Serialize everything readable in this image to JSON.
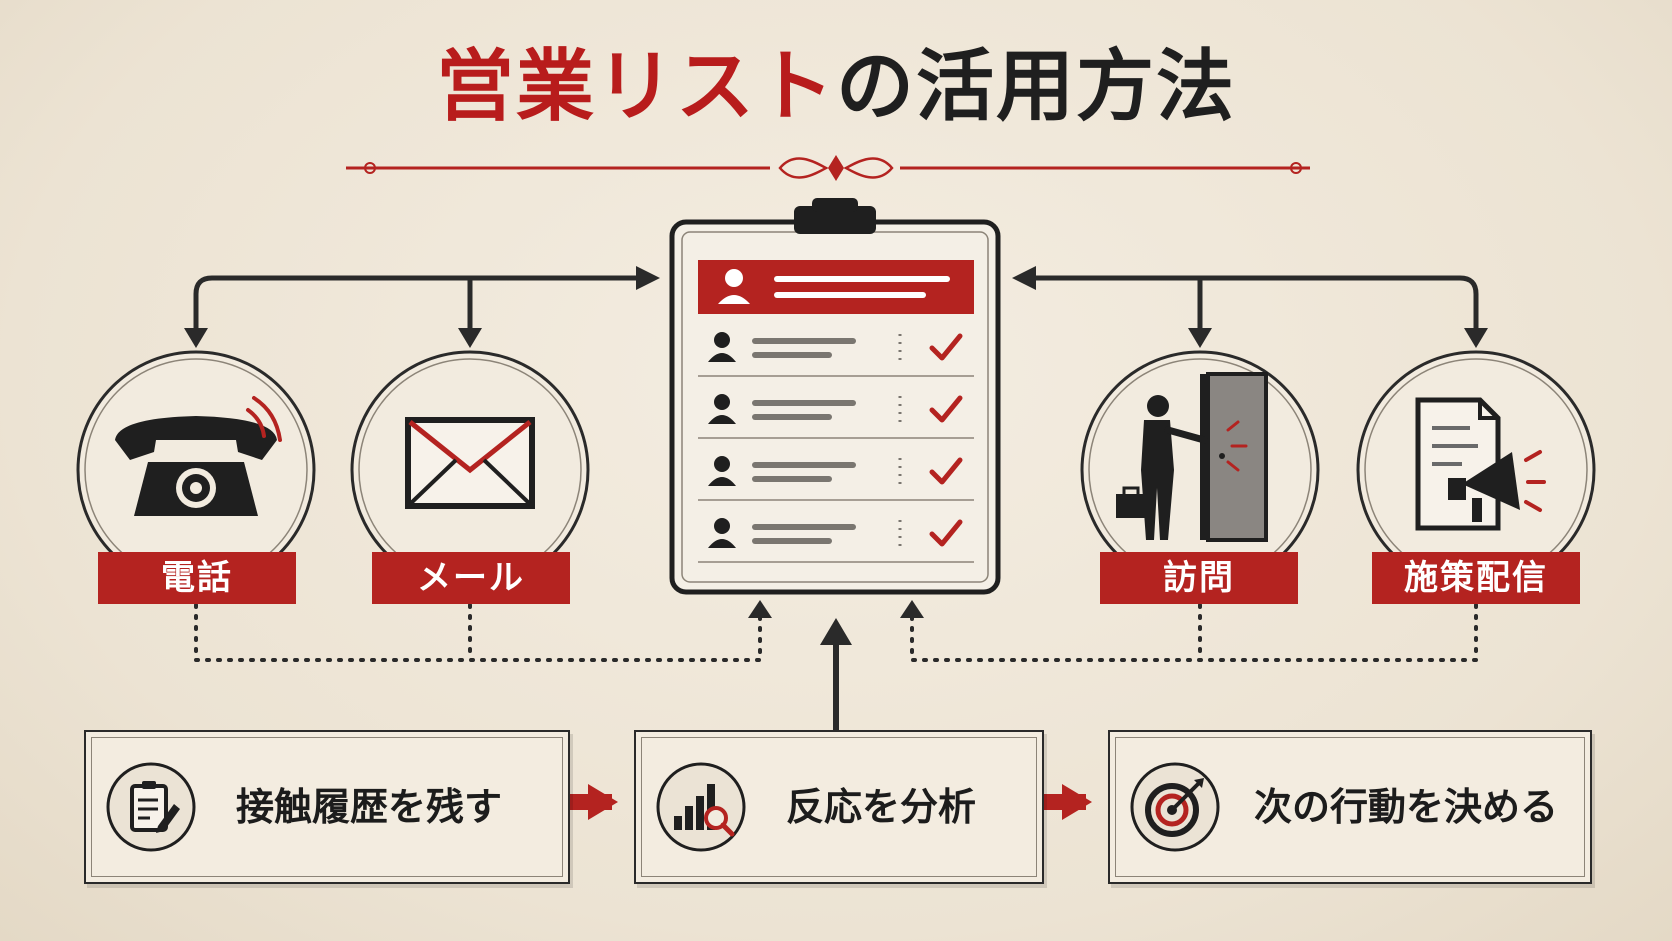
{
  "title": {
    "red": "営業リスト",
    "dark": "の活用方法"
  },
  "channels": [
    {
      "label": "電話",
      "icon": "telephone-icon"
    },
    {
      "label": "メール",
      "icon": "envelope-icon"
    },
    {
      "label": "訪問",
      "icon": "door-visit-icon"
    },
    {
      "label": "施策配信",
      "icon": "megaphone-document-icon"
    }
  ],
  "center": {
    "icon": "clipboard-list-icon",
    "row_count": 4
  },
  "steps": [
    {
      "label": "接触履歴を残す",
      "icon": "clipboard-pencil-icon"
    },
    {
      "label": "反応を分析",
      "icon": "bar-chart-magnifier-icon"
    },
    {
      "label": "次の行動を決める",
      "icon": "target-arrow-icon"
    }
  ],
  "colors": {
    "accent": "#b42320",
    "ink": "#1f1f1f",
    "paper": "#efe7d9"
  }
}
